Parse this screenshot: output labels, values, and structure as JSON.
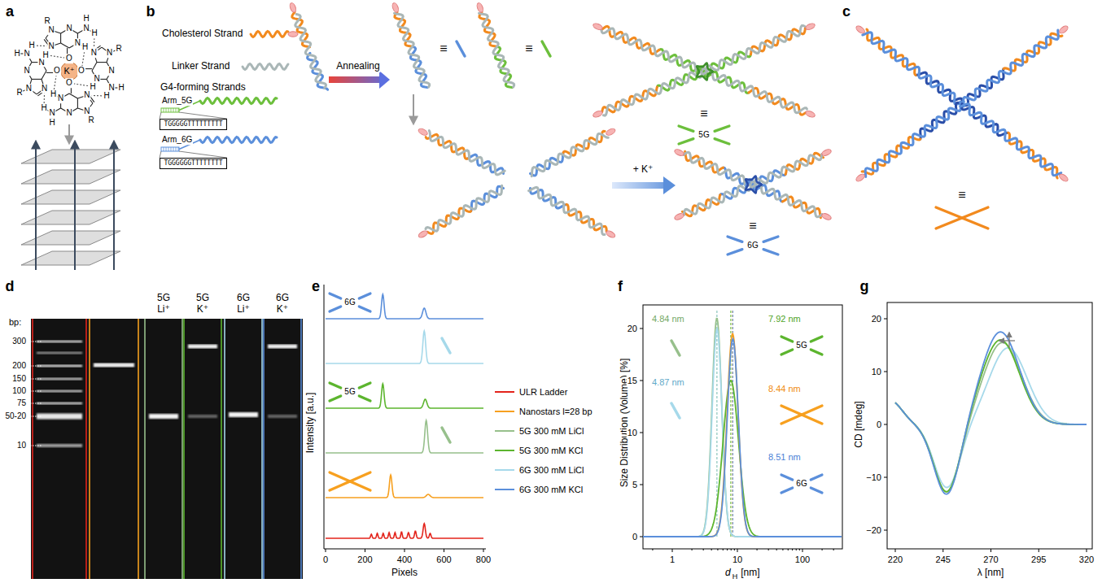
{
  "diagram": {
    "nodes": [
      {
        "text": [
          "K⁺"
        ]
      },
      {
        "text": [
          "TGGGGGTTTTTTTTT"
        ]
      },
      {
        "text": [
          "TGGGGGGTTTTTTTT"
        ]
      }
    ],
    "labels": [
      "a",
      "b",
      "c",
      "d",
      "e",
      "f",
      "g",
      "O",
      "N",
      "H",
      "N",
      "H",
      "H",
      "N",
      "N",
      "R",
      "N",
      "O",
      "N",
      "H",
      "N",
      "H",
      "H",
      "N",
      "N",
      "R",
      "N",
      "O",
      "N",
      "H",
      "N",
      "H",
      "H",
      "N",
      "N",
      "R",
      "N",
      "O",
      "N",
      "H",
      "N",
      "H",
      "H",
      "N",
      "N",
      "R",
      "N",
      "Cholesterol Strand",
      "Linker Strand",
      "G4-forming Strands",
      "Arm_5G",
      "Arm_6G",
      "Annealing",
      "≡",
      "≡",
      "≡",
      "5G",
      "+ K⁺",
      "≡",
      "6G",
      "≡",
      "5G Li⁺",
      "5G K⁺",
      "6G Li⁺",
      "6G K⁺",
      "bp:",
      "300",
      "200",
      "150",
      "100",
      "75",
      "50-20",
      "10",
      "6G",
      "5G",
      "Intensity [a.u.]",
      "0",
      "200",
      "400",
      "600",
      "800",
      "Pixels",
      "4.84 nm",
      "4.87 nm",
      "7.92 nm",
      "5G",
      "8.44 nm",
      "8.51 nm",
      "6G",
      "Size Distribution (Volume) [%]",
      "0",
      "5",
      "10",
      "15",
      "20",
      "1",
      "10",
      "100",
      "d",
      "H",
      "[nm]",
      "CD [mdeg]",
      "20",
      "10",
      "0",
      "−10",
      "−20",
      "220",
      "245",
      "270",
      "295",
      "320",
      "λ [nm]"
    ],
    "legend": [
      {
        "text": "ULR Ladder"
      },
      {
        "text": "Nanostars l=28 bp"
      },
      {
        "text": "5G 300 mM LiCl"
      },
      {
        "text": "5G 300 mM KCl"
      },
      {
        "text": "6G 300 mM LiCl"
      },
      {
        "text": "6G 300 mM KCl"
      }
    ]
  }
}
